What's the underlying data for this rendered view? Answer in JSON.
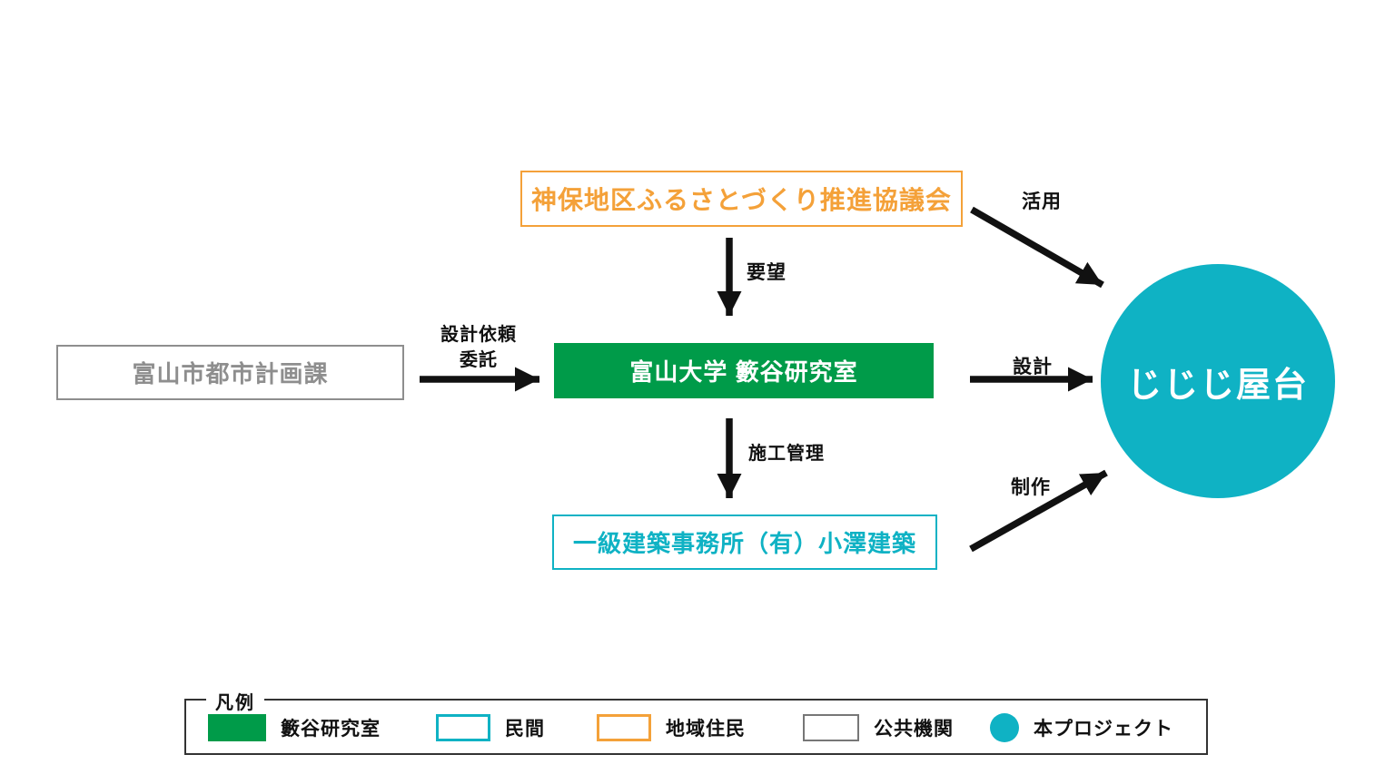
{
  "nodes": {
    "council": "神保地区ふるさとづくり推進協議会",
    "city": "富山市都市計画課",
    "lab": "富山大学 籔谷研究室",
    "office": "一級建築事務所（有）小澤建築",
    "project": "じじじ屋台"
  },
  "edges": {
    "request": "要望",
    "utilize": "活用",
    "design_request": "設計依頼\n委託",
    "design": "設計",
    "construction_management": "施工管理",
    "production": "制作"
  },
  "legend": {
    "title": "凡例",
    "items": [
      {
        "label": "籔谷研究室",
        "swatch": "green-fill"
      },
      {
        "label": "民間",
        "swatch": "cyan-outline"
      },
      {
        "label": "地域住民",
        "swatch": "orange-outline"
      },
      {
        "label": "公共機関",
        "swatch": "gray-outline"
      },
      {
        "label": "本プロジェクト",
        "swatch": "cyan-circle"
      }
    ]
  },
  "colors": {
    "green": "#009b49",
    "cyan": "#0fb2c4",
    "orange": "#f4a139",
    "gray": "#8e8e8e",
    "arrow_black": "#111111"
  }
}
